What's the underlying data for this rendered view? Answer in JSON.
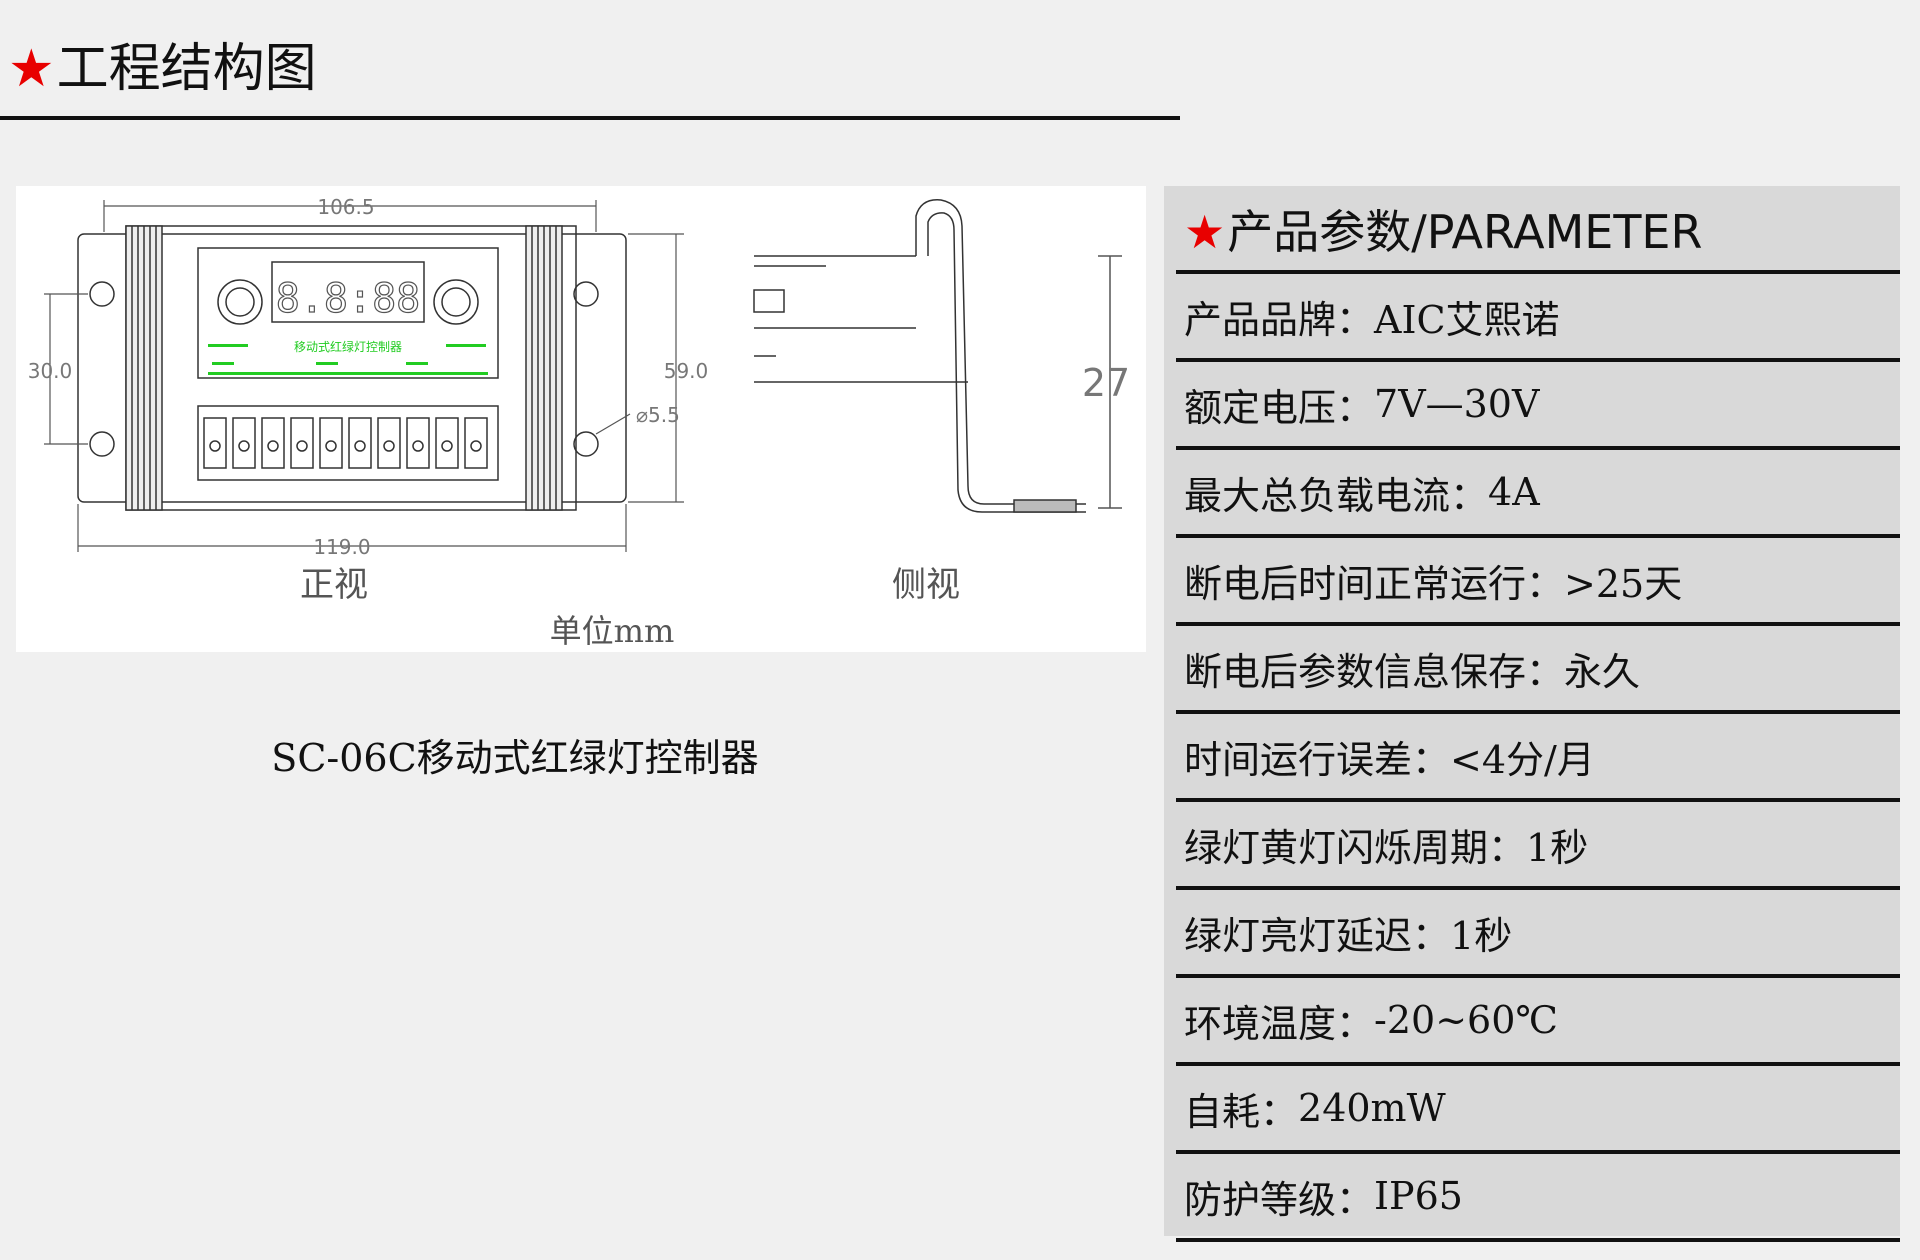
{
  "header": {
    "star": "★",
    "title": "工程结构图"
  },
  "drawing": {
    "width_dim": "106.5",
    "total_width_dim": "119.0",
    "hole_span_dim": "30.0",
    "height_dim": "59.0",
    "hole_dia_dim": "⌀5.5",
    "side_height_dim": "27",
    "front_view_label": "正视",
    "side_view_label": "侧视",
    "unit_label": "单位mm",
    "panel_title": "移动式红绿灯控制器",
    "accent_color": "#22cc22"
  },
  "product_caption": "SC-06C移动式红绿灯控制器",
  "parameters": {
    "star": "★",
    "title": "产品参数/PARAMETER",
    "items": [
      {
        "key": "产品品牌：",
        "value": "AIC艾熙诺"
      },
      {
        "key": "额定电压：",
        "value": "7V—30V"
      },
      {
        "key": "最大总负载电流：",
        "value": "4A"
      },
      {
        "key": "断电后时间正常运行：",
        "value": ">25天"
      },
      {
        "key": "断电后参数信息保存：",
        "value": "永久"
      },
      {
        "key": "时间运行误差：",
        "value": "<4分/月"
      },
      {
        "key": "绿灯黄灯闪烁周期：",
        "value": "1秒"
      },
      {
        "key": "绿灯亮灯延迟：",
        "value": "1秒"
      },
      {
        "key": "环境温度：",
        "value": "-20~60℃"
      },
      {
        "key": "自耗：",
        "value": "240mW"
      },
      {
        "key": "防护等级：",
        "value": "IP65"
      }
    ]
  }
}
